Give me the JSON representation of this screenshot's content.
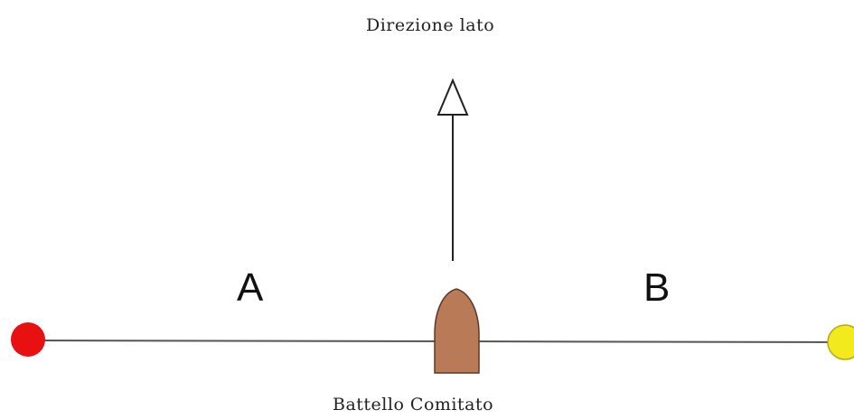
{
  "diagram": {
    "direction_label": "Direzione lato",
    "boat_label": "Battello Comitato",
    "segment_a_label": "A",
    "segment_b_label": "B"
  },
  "colors": {
    "left_buoy": "#e81010",
    "right_buoy": "#f2ea1c",
    "boat_fill": "#b97a57",
    "line": "#555555",
    "arrow_stroke": "#222222"
  },
  "icons": {
    "left_buoy": "red-buoy-icon",
    "right_buoy": "yellow-buoy-icon",
    "boat": "committee-boat-icon",
    "arrow": "arrow-up-icon"
  }
}
